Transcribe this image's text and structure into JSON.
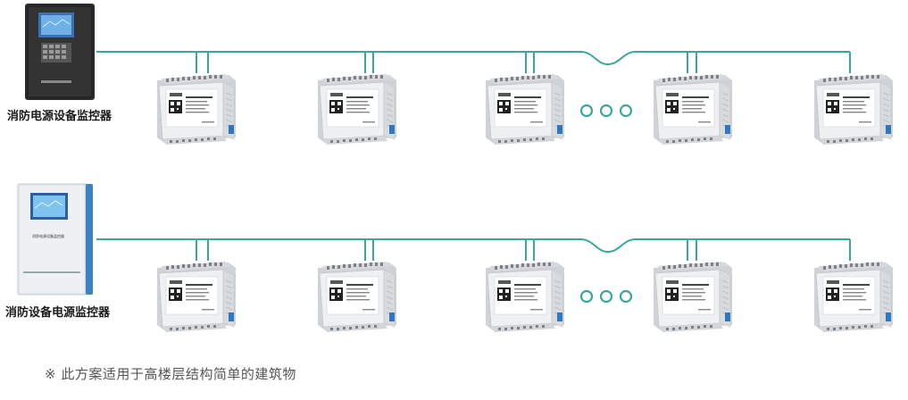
{
  "colors": {
    "bus_line": "#3aa79a",
    "ellipsis_ring": "#3aa79a",
    "controller1_body": "#2b2b2b",
    "controller2_body": "#dfe3e8",
    "controller2_side": "#3b82c4",
    "module_body": "#e9ecef"
  },
  "rows": [
    {
      "controller": {
        "label": "消防电源设备监控器",
        "style": "dark",
        "icon": "dark-cabinet-controller"
      },
      "modules": 5,
      "ellipsis_after_module": 3,
      "hop_between_modules": [
        3,
        4
      ]
    },
    {
      "controller": {
        "label": "消防设备电源监控器",
        "style": "light",
        "icon": "light-cabinet-controller"
      },
      "modules": 5,
      "ellipsis_after_module": 3,
      "hop_between_modules": [
        3,
        4
      ]
    }
  ],
  "footnote": "※ 此方案适用于高楼层结构简单的建筑物"
}
